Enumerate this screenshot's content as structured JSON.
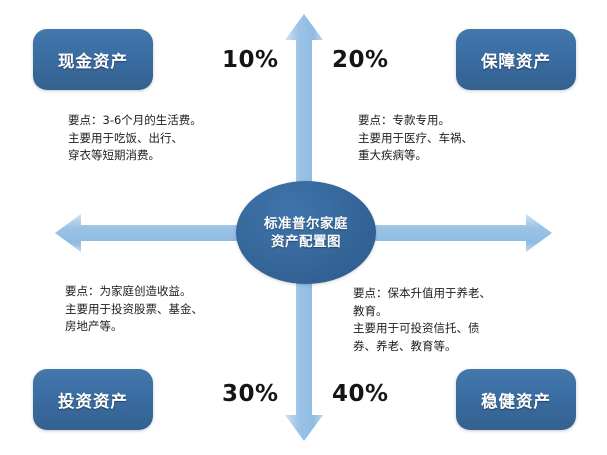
{
  "diagram": {
    "title": "标准普尔家庭资产配置图",
    "center": {
      "line1": "标准普尔家庭",
      "line2": "资产配置图"
    },
    "colors": {
      "box_fill": "#3a6da2",
      "circle_fill": "#356699",
      "arrow_fill": "#9cc3e5",
      "text_dark": "#151515",
      "background": "#ffffff"
    },
    "arrows": {
      "up": "arrow-up-icon",
      "down": "arrow-down-icon",
      "left": "arrow-left-icon",
      "right": "arrow-right-icon"
    },
    "quadrants": [
      {
        "id": "top-left",
        "category": "现金资产",
        "percent": "10%",
        "note": "要点：3-6个月的生活费。\n主要用于吃饭、出行、\n穿衣等短期消费。"
      },
      {
        "id": "top-right",
        "category": "保障资产",
        "percent": "20%",
        "note": "要点：专款专用。\n主要用于医疗、车祸、\n重大疾病等。"
      },
      {
        "id": "bottom-left",
        "category": "投资资产",
        "percent": "30%",
        "note": "要点：为家庭创造收益。\n主要用于投资股票、基金、\n房地产等。"
      },
      {
        "id": "bottom-right",
        "category": "稳健资产",
        "percent": "40%",
        "note": "要点：保本升值用于养老、\n教育。\n主要用于可投资信托、债\n券、养老、教育等。"
      }
    ]
  },
  "chart_data": {
    "type": "pie",
    "title": "标准普尔家庭资产配置图",
    "categories": [
      "现金资产",
      "保障资产",
      "投资资产",
      "稳健资产"
    ],
    "values": [
      10,
      20,
      30,
      40
    ],
    "value_labels": [
      "10%",
      "20%",
      "30%",
      "40%"
    ],
    "unit": "%",
    "legend": "none",
    "grid": false
  }
}
